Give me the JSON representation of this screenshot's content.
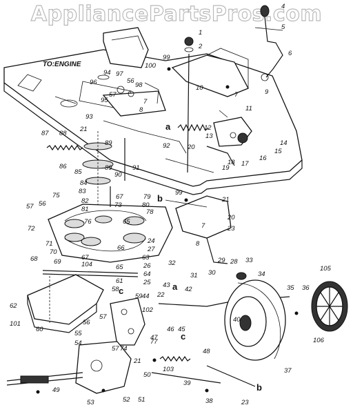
{
  "watermark": "AppliancePartsPros.com",
  "engine_label": "TO:ENGINE",
  "letters": {
    "a_upper": "a",
    "b_upper": "b",
    "c_upper": "c",
    "a_lower": "a",
    "c_lower": "c",
    "b_lower": "b"
  },
  "parts": [
    {
      "key": "p1",
      "text": "1"
    },
    {
      "key": "p2",
      "text": "2"
    },
    {
      "key": "p4",
      "text": "4"
    },
    {
      "key": "p5",
      "text": "5"
    },
    {
      "key": "p6",
      "text": "6"
    },
    {
      "key": "p7a",
      "text": "7"
    },
    {
      "key": "p9",
      "text": "9"
    },
    {
      "key": "p10",
      "text": "10"
    },
    {
      "key": "p11",
      "text": "11"
    },
    {
      "key": "p12",
      "text": "12"
    },
    {
      "key": "p13",
      "text": "13"
    },
    {
      "key": "p14",
      "text": "14"
    },
    {
      "key": "p15",
      "text": "15"
    },
    {
      "key": "p16",
      "text": "16"
    },
    {
      "key": "p17",
      "text": "17"
    },
    {
      "key": "p18",
      "text": "18"
    },
    {
      "key": "p19",
      "text": "19"
    },
    {
      "key": "p20a",
      "text": "20"
    },
    {
      "key": "p92",
      "text": "92"
    },
    {
      "key": "p99a",
      "text": "99"
    },
    {
      "key": "p100",
      "text": "100"
    },
    {
      "key": "p94",
      "text": "94"
    },
    {
      "key": "p97",
      "text": "97"
    },
    {
      "key": "p96",
      "text": "96"
    },
    {
      "key": "p56a",
      "text": "56"
    },
    {
      "key": "p98",
      "text": "98"
    },
    {
      "key": "p57a",
      "text": "57"
    },
    {
      "key": "p95",
      "text": "95"
    },
    {
      "key": "p7b",
      "text": "7"
    },
    {
      "key": "p8a",
      "text": "8"
    },
    {
      "key": "p93",
      "text": "93"
    },
    {
      "key": "p87",
      "text": "87"
    },
    {
      "key": "p88",
      "text": "88"
    },
    {
      "key": "p21a",
      "text": "21"
    },
    {
      "key": "p89a",
      "text": "89"
    },
    {
      "key": "p86",
      "text": "86"
    },
    {
      "key": "p89b",
      "text": "89"
    },
    {
      "key": "p85",
      "text": "85"
    },
    {
      "key": "p91",
      "text": "91"
    },
    {
      "key": "p90",
      "text": "90"
    },
    {
      "key": "p84",
      "text": "84"
    },
    {
      "key": "p83",
      "text": "83"
    },
    {
      "key": "p75",
      "text": "75"
    },
    {
      "key": "p82",
      "text": "82"
    },
    {
      "key": "p81",
      "text": "81"
    },
    {
      "key": "p57b",
      "text": "57"
    },
    {
      "key": "p56b",
      "text": "56"
    },
    {
      "key": "p72",
      "text": "72"
    },
    {
      "key": "p76",
      "text": "76"
    },
    {
      "key": "p67a",
      "text": "67"
    },
    {
      "key": "p79",
      "text": "79"
    },
    {
      "key": "p73",
      "text": "73"
    },
    {
      "key": "p80",
      "text": "80"
    },
    {
      "key": "p78",
      "text": "78"
    },
    {
      "key": "p65a",
      "text": "65"
    },
    {
      "key": "p71",
      "text": "71"
    },
    {
      "key": "p70",
      "text": "70"
    },
    {
      "key": "p66",
      "text": "66"
    },
    {
      "key": "p24",
      "text": "24"
    },
    {
      "key": "p27",
      "text": "27"
    },
    {
      "key": "p63",
      "text": "63"
    },
    {
      "key": "p69",
      "text": "69"
    },
    {
      "key": "p67b",
      "text": "67"
    },
    {
      "key": "p104",
      "text": "104"
    },
    {
      "key": "p65b",
      "text": "65"
    },
    {
      "key": "p26",
      "text": "26"
    },
    {
      "key": "p64",
      "text": "64"
    },
    {
      "key": "p25",
      "text": "25"
    },
    {
      "key": "p68",
      "text": "68"
    },
    {
      "key": "p61",
      "text": "61"
    },
    {
      "key": "p99b",
      "text": "99"
    },
    {
      "key": "p21b",
      "text": "21"
    },
    {
      "key": "p7c",
      "text": "7"
    },
    {
      "key": "p20b",
      "text": "20"
    },
    {
      "key": "p23a",
      "text": "23"
    },
    {
      "key": "p8b",
      "text": "8"
    },
    {
      "key": "p32",
      "text": "32"
    },
    {
      "key": "p29",
      "text": "29"
    },
    {
      "key": "p28",
      "text": "28"
    },
    {
      "key": "p33",
      "text": "33"
    },
    {
      "key": "p31",
      "text": "31"
    },
    {
      "key": "p30",
      "text": "30"
    },
    {
      "key": "p105",
      "text": "105"
    },
    {
      "key": "p34",
      "text": "34"
    },
    {
      "key": "p35",
      "text": "35"
    },
    {
      "key": "p36",
      "text": "36"
    },
    {
      "key": "p40",
      "text": "40"
    },
    {
      "key": "p106",
      "text": "106"
    },
    {
      "key": "p37",
      "text": "37"
    },
    {
      "key": "p43",
      "text": "43"
    },
    {
      "key": "p42",
      "text": "42"
    },
    {
      "key": "p22",
      "text": "22"
    },
    {
      "key": "p44",
      "text": "44"
    },
    {
      "key": "p58",
      "text": "58"
    },
    {
      "key": "p59",
      "text": "59"
    },
    {
      "key": "p102",
      "text": "102"
    },
    {
      "key": "p62",
      "text": "62"
    },
    {
      "key": "p101",
      "text": "101"
    },
    {
      "key": "p60",
      "text": "60"
    },
    {
      "key": "p57c",
      "text": "57"
    },
    {
      "key": "p56c",
      "text": "56"
    },
    {
      "key": "p55",
      "text": "55"
    },
    {
      "key": "p54",
      "text": "54"
    },
    {
      "key": "p57d",
      "text": "57"
    },
    {
      "key": "p74",
      "text": "74"
    },
    {
      "key": "p77",
      "text": "77"
    },
    {
      "key": "p47",
      "text": "47"
    },
    {
      "key": "p46",
      "text": "46"
    },
    {
      "key": "p45",
      "text": "45"
    },
    {
      "key": "p21c",
      "text": "21"
    },
    {
      "key": "p50",
      "text": "50"
    },
    {
      "key": "p103",
      "text": "103"
    },
    {
      "key": "p48",
      "text": "48"
    },
    {
      "key": "p39",
      "text": "39"
    },
    {
      "key": "p49",
      "text": "49"
    },
    {
      "key": "p53",
      "text": "53"
    },
    {
      "key": "p52",
      "text": "52"
    },
    {
      "key": "p51",
      "text": "51"
    },
    {
      "key": "p38",
      "text": "38"
    },
    {
      "key": "p23b",
      "text": "23"
    }
  ]
}
